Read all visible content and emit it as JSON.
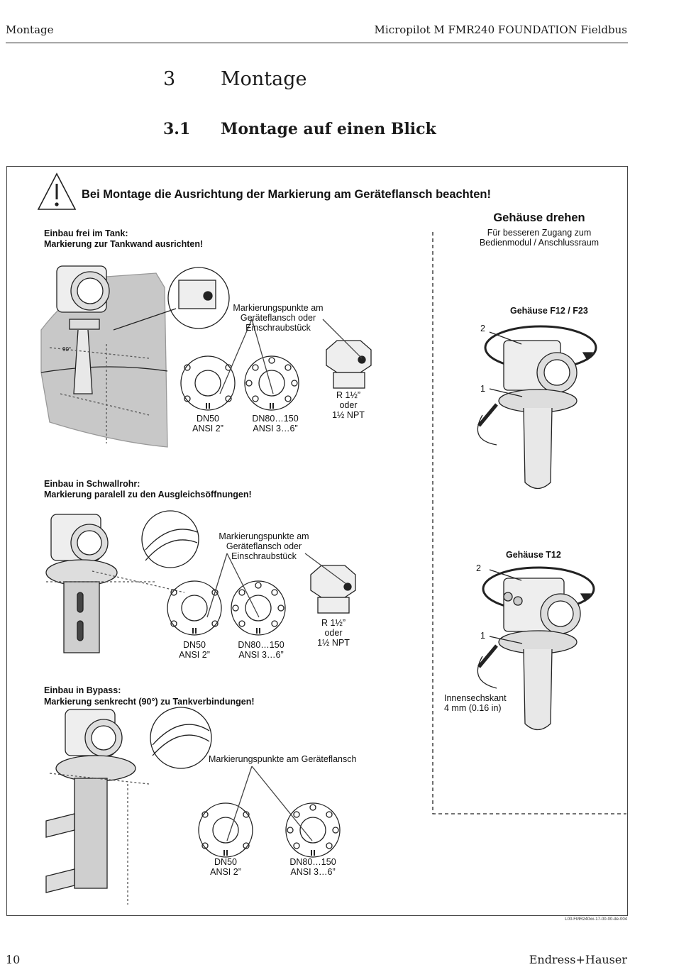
{
  "header": {
    "section": "Montage",
    "product": "Micropilot M FMR240 FOUNDATION Fieldbus"
  },
  "chapter": {
    "number": "3",
    "title": "Montage"
  },
  "section": {
    "number": "3.1",
    "title": "Montage auf einen Blick"
  },
  "figure": {
    "warning": "Bei Montage die Ausrichtung der Markierung am Geräteflansch beachten!",
    "tank": {
      "title_line1": "Einbau frei im Tank:",
      "title_line2": "Markierung zur Tankwand ausrichten!",
      "callout_line1": "Markierungspunkte am",
      "callout_line2": "Geräteflansch oder Einschraubstück",
      "dn50_line1": "DN50",
      "dn50_line2": "ANSI 2”",
      "dn80_line1": "DN80…150",
      "dn80_line2": "ANSI 3…6”",
      "thread_line1": "R 1½”",
      "thread_line2": "oder",
      "thread_line3": "1½ NPT",
      "angle": "90°"
    },
    "stilling": {
      "title_line1": "Einbau in Schwallrohr:",
      "title_line2": "Markierung paralell zu den Ausgleichsöffnungen!",
      "callout_line1": "Markierungspunkte am",
      "callout_line2": "Geräteflansch oder Einschraubstück",
      "dn50_line1": "DN50",
      "dn50_line2": "ANSI 2”",
      "dn80_line1": "DN80…150",
      "dn80_line2": "ANSI 3…6”",
      "thread_line1": "R 1½”",
      "thread_line2": "oder",
      "thread_line3": "1½ NPT"
    },
    "bypass": {
      "title_line1": "Einbau in Bypass:",
      "title_line2": "Markierung senkrecht (90°) zu Tankverbindungen!",
      "callout": "Markierungspunkte am Geräteflansch",
      "dn50_line1": "DN50",
      "dn50_line2": "ANSI 2”",
      "dn80_line1": "DN80…150",
      "dn80_line2": "ANSI 3…6”"
    },
    "rotate": {
      "title": "Gehäuse drehen",
      "subtitle_line1": "Für besseren Zugang zum",
      "subtitle_line2": "Bedienmodul / Anschlussraum",
      "housing1": "Gehäuse F12 / F23",
      "housing2": "Gehäuse T12",
      "label1": "1",
      "label2": "2",
      "hex_line1": "Innensechskant",
      "hex_line2": "4 mm (0.16 in)"
    },
    "figure_id": "L00-FMR240xx-17-00-00-de-004"
  },
  "footer": {
    "page": "10",
    "brand": "Endress+Hauser"
  }
}
